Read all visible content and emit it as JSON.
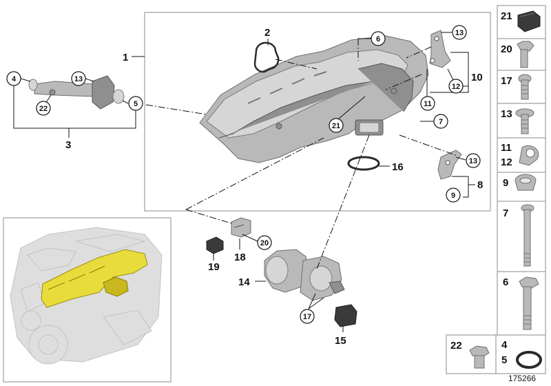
{
  "diagram": {
    "reference_number": "175266",
    "callouts_plain": [
      "1",
      "3",
      "8",
      "10",
      "14",
      "15",
      "16",
      "18",
      "19"
    ],
    "callouts_circled": [
      "2",
      "4",
      "5",
      "6",
      "7",
      "9",
      "11",
      "12",
      "13",
      "17",
      "20",
      "21",
      "22"
    ],
    "side_panel_labels": [
      "21",
      "20",
      "17",
      "13",
      "11",
      "12",
      "9",
      "7",
      "6",
      "22",
      "4",
      "5"
    ],
    "highlight_color": "#e8dc3c",
    "part_color": "#b9b9b9"
  }
}
